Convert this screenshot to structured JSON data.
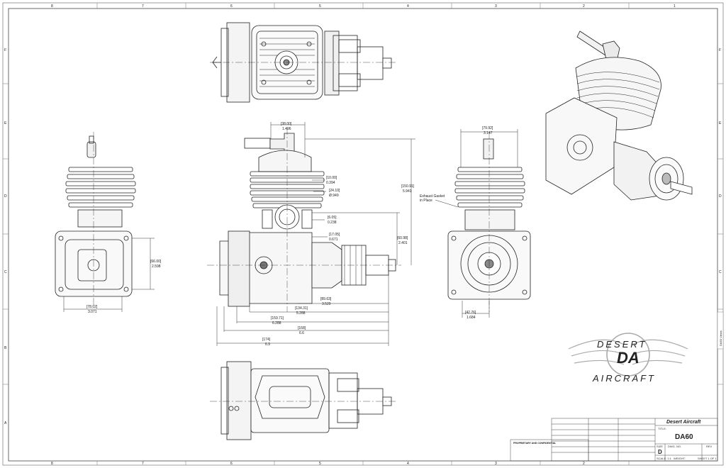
{
  "zones": {
    "columns": [
      "8",
      "7",
      "6",
      "5",
      "4",
      "3",
      "2",
      "1"
    ],
    "rows": [
      "F",
      "E",
      "D",
      "C",
      "B",
      "A"
    ]
  },
  "dimensions": {
    "top_width": {
      "mm": "[38.00]",
      "in": "1.496"
    },
    "head_side_a": {
      "mm": "[10.00]",
      "in": "0.394"
    },
    "head_side_b": {
      "mm": "[24.10]",
      "in": "Ø.949"
    },
    "bolt_a": {
      "mm": "[6.05]",
      "in": "0.238"
    },
    "bolt_b": {
      "mm": "[17.05]",
      "in": "0.671"
    },
    "total_height": {
      "mm": "[150.91]",
      "in": "5.941"
    },
    "shaft_height": {
      "mm": "[60.98]",
      "in": "2.401"
    },
    "len_1": {
      "mm": "[89.63]",
      "in": "3.529"
    },
    "len_2": {
      "mm": "[134.31]",
      "in": "5.288"
    },
    "len_3": {
      "mm": "[159.71]",
      "in": "6.288"
    },
    "len_4": {
      "mm": "[168]",
      "in": "6.6"
    },
    "len_5": {
      "mm": "[174]",
      "in": "6.9"
    },
    "front_width": {
      "mm": "[78.02]",
      "in": "3.071"
    },
    "front_height": {
      "mm": "[66.00]",
      "in": "2.598"
    },
    "rear_width": {
      "mm": "[79.92]",
      "in": "3.147"
    },
    "rear_offset": {
      "mm": "[42.76]",
      "in": "1.684"
    }
  },
  "callouts": {
    "exhaust_gasket_1": "Exhaust Gasket",
    "exhaust_gasket_2": "in Place"
  },
  "logo": {
    "top": "DESERT",
    "bottom": "AIRCRAFT",
    "monogram": "DA"
  },
  "title_block": {
    "company": "Desert Aircraft",
    "title_label": "TITLE:",
    "title": "DA60",
    "size_label": "SIZE",
    "size": "D",
    "dwg_no_label": "DWG. NO.",
    "rev_label": "REV",
    "scale": "SCALE: 1:1",
    "weight_label": "WEIGHT:",
    "sheet": "SHEET 1 OF 1",
    "proprietary_heading": "PROPRIETARY AND CONFIDENTIAL"
  },
  "side_tab": "DA60 Views"
}
